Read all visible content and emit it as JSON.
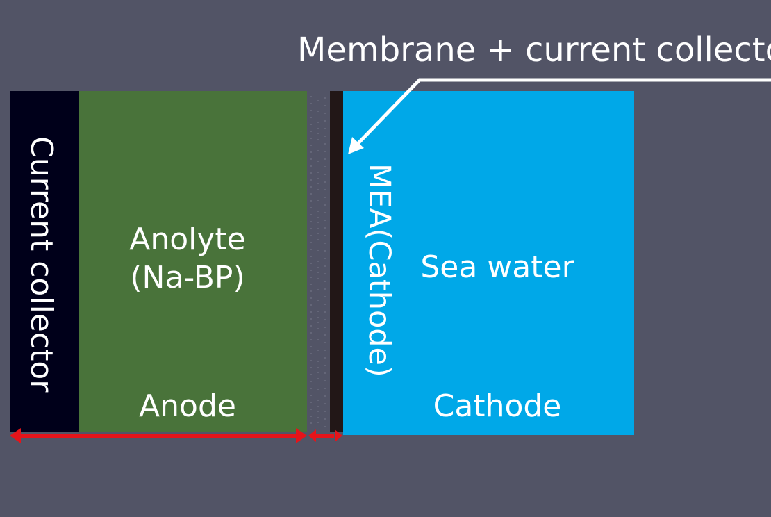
{
  "colors": {
    "background": "#525466",
    "current_collector": "#00001a",
    "anolyte": "#49733a",
    "membrane": "#525466",
    "membrane_pattern": "#6c6e80",
    "mea": "#221717",
    "cathode_compartment": "#00a8e8",
    "text": "#ffffff",
    "arrow_red": "#e5141a",
    "arrow_white": "#ffffff"
  },
  "labels": {
    "membrane_current_collector": "Membrane + current collector",
    "current_collector": "Current collector",
    "anolyte_line1": "Anolyte",
    "anolyte_line2": "(Na-BP)",
    "anode": "Anode",
    "mea_cathode": "MEA(Cathode)",
    "sea_water": "Sea water",
    "cathode": "Cathode"
  },
  "icons": {
    "callout_arrow": "arrow-icon",
    "anode_span_arrow": "double-arrow-icon",
    "membrane_span_arrow": "double-arrow-icon"
  }
}
